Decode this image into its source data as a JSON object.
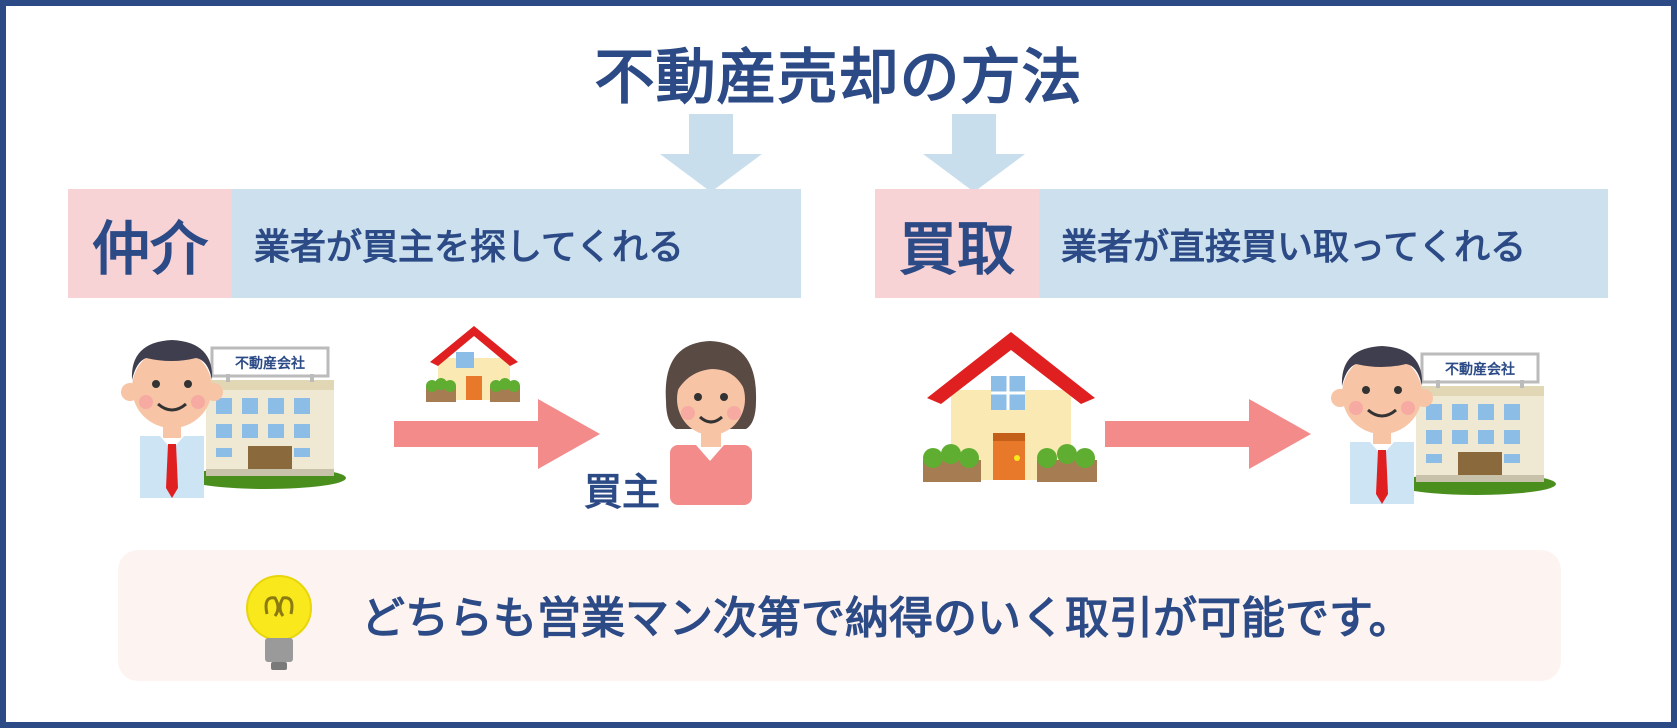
{
  "title": "不動産売却の方法",
  "methods": [
    {
      "tag": "仲介",
      "desc": "業者が買主を探してくれる"
    },
    {
      "tag": "買取",
      "desc": "業者が直接買い取ってくれる"
    }
  ],
  "company_sign": "不動産会社",
  "buyer_label": "買主",
  "note": "どちらも営業マン次第で納得のいく取引が可能です。",
  "colors": {
    "navy": "#2b4a86",
    "pink_tag": "#f8d3d6",
    "blue_band": "#cde0ee",
    "arrow_down": "#c9deec",
    "arrow_right": "#f48b8b",
    "roof_red": "#e02020",
    "bulb_yellow": "#f8e81c"
  },
  "icons": [
    "down-arrow-icon",
    "right-arrow-icon",
    "businessman-icon",
    "office-building-icon",
    "house-icon",
    "woman-buyer-icon",
    "lightbulb-icon"
  ]
}
